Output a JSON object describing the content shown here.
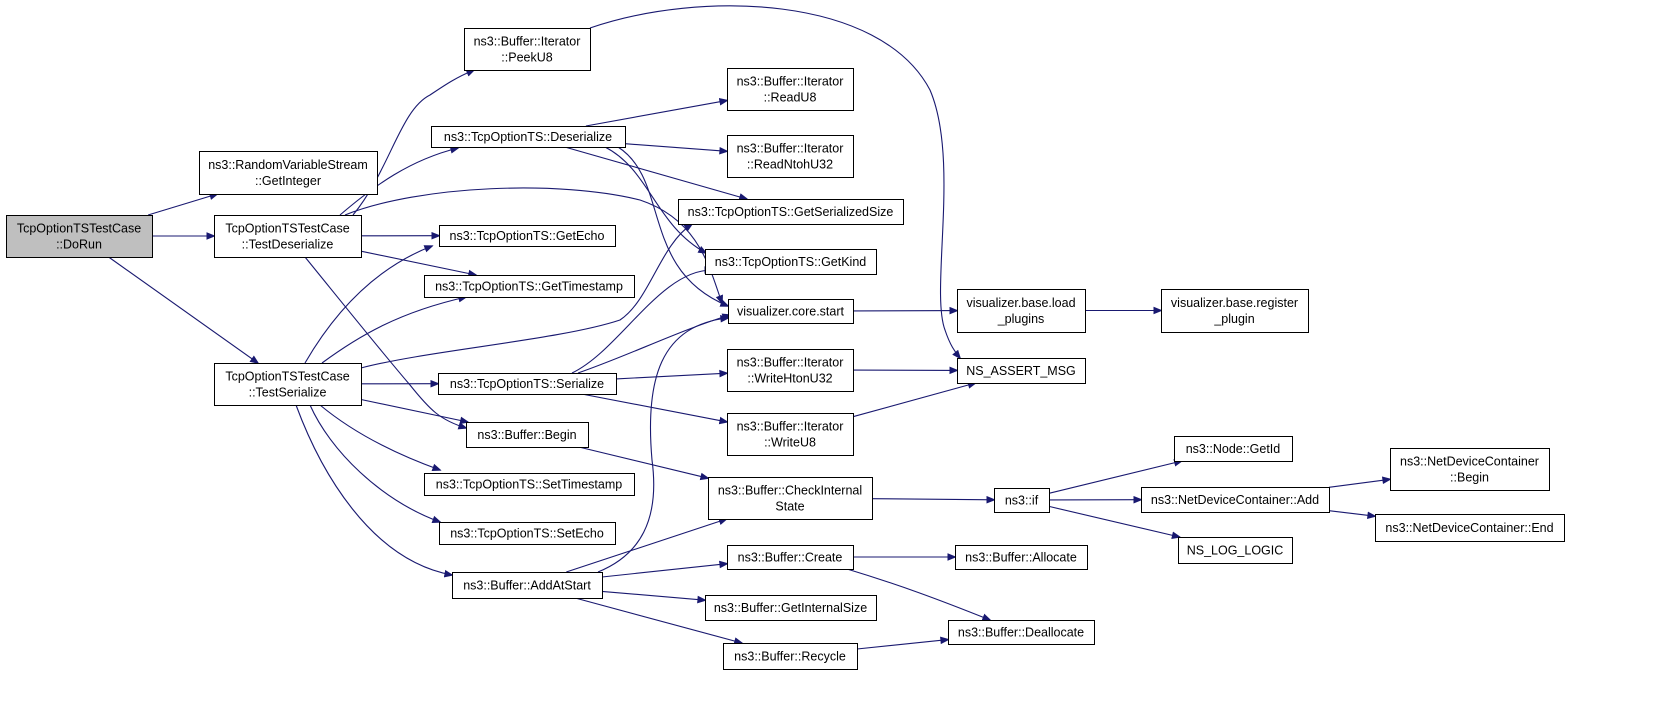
{
  "diagram": {
    "colors": {
      "edge": "#191970",
      "root_fill": "#bfbfbf",
      "node_fill": "#ffffff",
      "border": "#000000"
    },
    "nodes": [
      {
        "id": "dorun",
        "lines": [
          "TcpOptionTSTestCase",
          "::DoRun"
        ],
        "root": true
      },
      {
        "id": "getinteger",
        "lines": [
          "ns3::RandomVariableStream",
          "::GetInteger"
        ]
      },
      {
        "id": "testdeser",
        "lines": [
          "TcpOptionTSTestCase",
          "::TestDeserialize"
        ]
      },
      {
        "id": "testser",
        "lines": [
          "TcpOptionTSTestCase",
          "::TestSerialize"
        ]
      },
      {
        "id": "peeku8",
        "lines": [
          "ns3::Buffer::Iterator",
          "::PeekU8"
        ]
      },
      {
        "id": "tsdeser",
        "lines": [
          "ns3::TcpOptionTS::Deserialize"
        ]
      },
      {
        "id": "getecho",
        "lines": [
          "ns3::TcpOptionTS::GetEcho"
        ]
      },
      {
        "id": "gettimestamp",
        "lines": [
          "ns3::TcpOptionTS::GetTimestamp"
        ]
      },
      {
        "id": "tsser",
        "lines": [
          "ns3::TcpOptionTS::Serialize"
        ]
      },
      {
        "id": "begin",
        "lines": [
          "ns3::Buffer::Begin"
        ]
      },
      {
        "id": "settimestamp",
        "lines": [
          "ns3::TcpOptionTS::SetTimestamp"
        ]
      },
      {
        "id": "setecho",
        "lines": [
          "ns3::TcpOptionTS::SetEcho"
        ]
      },
      {
        "id": "addatstart",
        "lines": [
          "ns3::Buffer::AddAtStart"
        ]
      },
      {
        "id": "readu8",
        "lines": [
          "ns3::Buffer::Iterator",
          "::ReadU8"
        ]
      },
      {
        "id": "readntohu32",
        "lines": [
          "ns3::Buffer::Iterator",
          "::ReadNtohU32"
        ]
      },
      {
        "id": "getsersize",
        "lines": [
          "ns3::TcpOptionTS::GetSerializedSize"
        ]
      },
      {
        "id": "getkind",
        "lines": [
          "ns3::TcpOptionTS::GetKind"
        ]
      },
      {
        "id": "vcorestart",
        "lines": [
          "visualizer.core.start"
        ]
      },
      {
        "id": "writehtonu32",
        "lines": [
          "ns3::Buffer::Iterator",
          "::WriteHtonU32"
        ]
      },
      {
        "id": "writeu8",
        "lines": [
          "ns3::Buffer::Iterator",
          "::WriteU8"
        ]
      },
      {
        "id": "checkinternal",
        "lines": [
          "ns3::Buffer::CheckInternal",
          "State"
        ]
      },
      {
        "id": "create",
        "lines": [
          "ns3::Buffer::Create"
        ]
      },
      {
        "id": "getinternalsize",
        "lines": [
          "ns3::Buffer::GetInternalSize"
        ]
      },
      {
        "id": "recycle",
        "lines": [
          "ns3::Buffer::Recycle"
        ]
      },
      {
        "id": "loadplugins",
        "lines": [
          "visualizer.base.load",
          "_plugins"
        ]
      },
      {
        "id": "assertmsg",
        "lines": [
          "NS_ASSERT_MSG"
        ]
      },
      {
        "id": "ns3if",
        "lines": [
          "ns3::if"
        ]
      },
      {
        "id": "allocate",
        "lines": [
          "ns3::Buffer::Allocate"
        ]
      },
      {
        "id": "deallocate",
        "lines": [
          "ns3::Buffer::Deallocate"
        ]
      },
      {
        "id": "registerplugin",
        "lines": [
          "visualizer.base.register",
          "_plugin"
        ]
      },
      {
        "id": "getid",
        "lines": [
          "ns3::Node::GetId"
        ]
      },
      {
        "id": "ndcadd",
        "lines": [
          "ns3::NetDeviceContainer::Add"
        ]
      },
      {
        "id": "nslogic",
        "lines": [
          "NS_LOG_LOGIC"
        ]
      },
      {
        "id": "ndcbegin",
        "lines": [
          "ns3::NetDeviceContainer",
          "::Begin"
        ]
      },
      {
        "id": "ndcend",
        "lines": [
          "ns3::NetDeviceContainer::End"
        ]
      }
    ],
    "edges": [
      {
        "from": "dorun",
        "to": "getinteger"
      },
      {
        "from": "dorun",
        "to": "testdeser"
      },
      {
        "from": "dorun",
        "to": "testser"
      },
      {
        "from": "testdeser",
        "to": "peeku8"
      },
      {
        "from": "testdeser",
        "to": "tsdeser"
      },
      {
        "from": "testdeser",
        "to": "vcorestart"
      },
      {
        "from": "testdeser",
        "to": "getecho"
      },
      {
        "from": "testdeser",
        "to": "gettimestamp"
      },
      {
        "from": "testdeser",
        "to": "begin"
      },
      {
        "from": "testser",
        "to": "getecho"
      },
      {
        "from": "testser",
        "to": "gettimestamp"
      },
      {
        "from": "testser",
        "to": "getsersize"
      },
      {
        "from": "testser",
        "to": "tsser"
      },
      {
        "from": "testser",
        "to": "begin"
      },
      {
        "from": "testser",
        "to": "settimestamp"
      },
      {
        "from": "testser",
        "to": "setecho"
      },
      {
        "from": "testser",
        "to": "addatstart"
      },
      {
        "from": "peeku8",
        "to": "assertmsg"
      },
      {
        "from": "tsdeser",
        "to": "readu8"
      },
      {
        "from": "tsdeser",
        "to": "readntohu32"
      },
      {
        "from": "tsdeser",
        "to": "getsersize"
      },
      {
        "from": "tsdeser",
        "to": "getkind"
      },
      {
        "from": "tsdeser",
        "to": "vcorestart"
      },
      {
        "from": "tsser",
        "to": "getkind"
      },
      {
        "from": "tsser",
        "to": "vcorestart"
      },
      {
        "from": "tsser",
        "to": "writehtonu32"
      },
      {
        "from": "tsser",
        "to": "writeu8"
      },
      {
        "from": "begin",
        "to": "checkinternal"
      },
      {
        "from": "addatstart",
        "to": "vcorestart"
      },
      {
        "from": "addatstart",
        "to": "checkinternal"
      },
      {
        "from": "addatstart",
        "to": "create"
      },
      {
        "from": "addatstart",
        "to": "getinternalsize"
      },
      {
        "from": "addatstart",
        "to": "recycle"
      },
      {
        "from": "vcorestart",
        "to": "loadplugins"
      },
      {
        "from": "writehtonu32",
        "to": "assertmsg"
      },
      {
        "from": "writeu8",
        "to": "assertmsg"
      },
      {
        "from": "checkinternal",
        "to": "ns3if"
      },
      {
        "from": "create",
        "to": "allocate"
      },
      {
        "from": "create",
        "to": "deallocate"
      },
      {
        "from": "recycle",
        "to": "deallocate"
      },
      {
        "from": "loadplugins",
        "to": "registerplugin"
      },
      {
        "from": "ns3if",
        "to": "getid"
      },
      {
        "from": "ns3if",
        "to": "ndcadd"
      },
      {
        "from": "ns3if",
        "to": "nslogic"
      },
      {
        "from": "ndcadd",
        "to": "ndcbegin"
      },
      {
        "from": "ndcadd",
        "to": "ndcend"
      }
    ]
  }
}
